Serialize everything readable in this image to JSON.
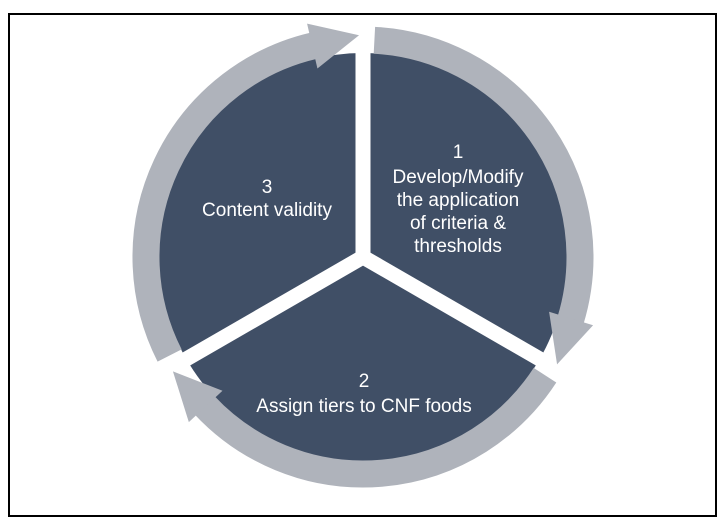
{
  "diagram": {
    "type": "segmented-cycle",
    "direction": "clockwise",
    "colors": {
      "segment_fill": "#404F66",
      "ring": "#AFB3BB",
      "gap": "#FFFFFF",
      "text": "#FFFFFF",
      "border": "#000000",
      "background": "#FFFFFF"
    },
    "segments": [
      {
        "position": "right",
        "number": "1",
        "lines": [
          "Develop/Modify",
          "the application",
          "of criteria &",
          "thresholds"
        ]
      },
      {
        "position": "bottom",
        "number": "2",
        "lines": [
          "Assign tiers to CNF foods"
        ]
      },
      {
        "position": "left",
        "number": "3",
        "lines": [
          "Content validity"
        ]
      }
    ]
  }
}
